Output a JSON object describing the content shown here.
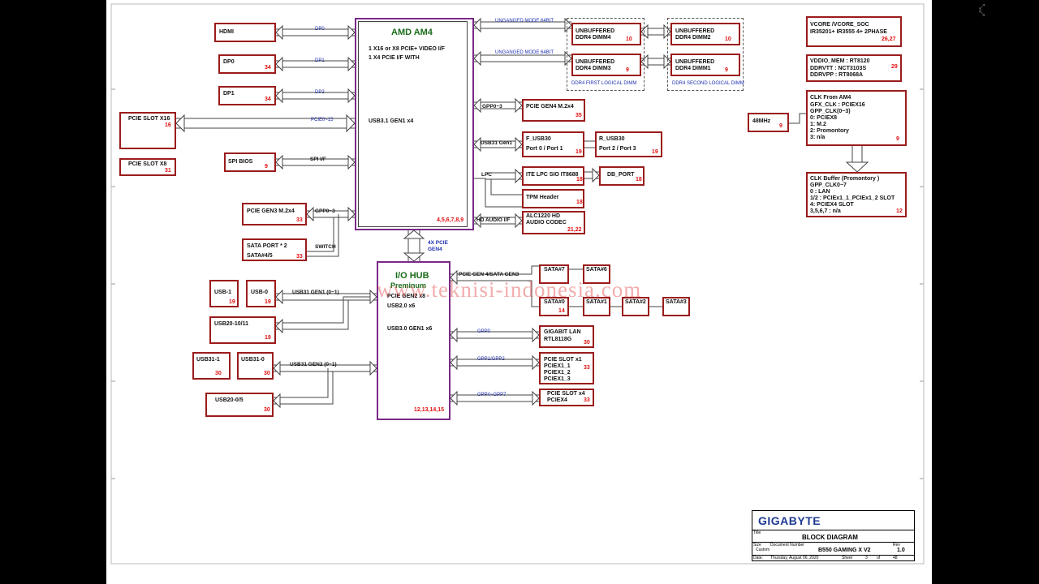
{
  "cpu": {
    "title": "AMD AM4",
    "line1": "1 X16 or X8 PCIE+ VIDEO I/F",
    "line2": "1 X4 PCIE I/F WITH",
    "usb": "USB3.1 GEN1  x4",
    "pages": "4,5,6,7,8,9"
  },
  "hub": {
    "title": "I/O HUB",
    "subtitle": "Preminum",
    "l1": "PCIE GEN2  x8",
    "l2": "USB2.0  x6",
    "l3": "USB3.0 GEN1 x6",
    "pages": "12,13,14,15"
  },
  "left": {
    "hdmi": "HDMI",
    "dp0": "DP0",
    "dp0_n": "34",
    "dp1": "DP1",
    "dp1_n": "34",
    "pcie16": "PCIE SLOT X16",
    "pcie16_n": "16",
    "pcie8": "PCIE SLOT X8",
    "pcie8_n": "31",
    "spi": "SPI BIOS",
    "spi_n": "9",
    "m2gen3": "PCIE GEN3  M.2x4",
    "m2gen3_n": "33",
    "sata1": "SATA PORT * 2",
    "sata2": "SATA#4/5",
    "sata_n": "33",
    "usb1": "USB-1",
    "usb1_n": "19",
    "usb0": "USB-0",
    "usb0_n": "19",
    "usb2011": "USB20-10/11",
    "usb2011_n": "19",
    "usb311": "USB31-1",
    "usb311_n": "30",
    "usb310": "USB31-0",
    "usb310_n": "30",
    "usb205": "USB20-0/5",
    "usb205_n": "30"
  },
  "buses": {
    "dp0": "DP0",
    "dp1": "DP1",
    "dp2": "DP2",
    "pcie": "PCIE0~15",
    "spi": "SPI I/F",
    "gpp03": "GPP0~3",
    "switch": "SWITCH",
    "link1": "4X PCIE",
    "link2": "GEN4",
    "usbh1": "USB31 GEN1 (0~1)",
    "usbh2": "USB31 GEN2 (0~1)",
    "unganged1": "UNGANGED MODE 64BIT",
    "unganged2": "UNGANGED MODE 64BIT",
    "gpp03r": "GPP0~3",
    "usb31gen1": "USB31 Gen1",
    "lpc": "LPC",
    "hda": "HD AUDIO I/F",
    "sata": "PCIE GEN 4/SATA GEN3",
    "gpp0": "GPP0",
    "gpp12": "GPP1/GPP2",
    "gpp47": "GPP4~GPP7"
  },
  "ddr": {
    "d4a": "UNBUFFERED",
    "d4b": "DDR4 DIMM4",
    "d4n": "10",
    "d3a": "UNBUFFERED",
    "d3b": "DDR4 DIMM3",
    "d3n": "9",
    "d2a": "UNBUFFERED",
    "d2b": "DDR4 DIMM2",
    "d2n": "10",
    "d1a": "UNBUFFERED",
    "d1b": "DDR4 DIMM1",
    "d1n": "9",
    "first": "DDR4 FIRST LOGICAL DIMM",
    "second": "DDR4 SECOND LOGICAL DIMM"
  },
  "right": {
    "m2gen4": "PCIE GEN4  M.2x4",
    "m2gen4_n": "35",
    "fusb1": "F_USB30",
    "fusb2": "Port 0 / Port 1",
    "fusb_n": "19",
    "rusb1": "R_USB30",
    "rusb2": "Port 2 / Port 3",
    "rusb_n": "19",
    "ite": "ITE LPC SIO IT8688",
    "ite_n": "18",
    "db": "DB_PORT",
    "db_n": "18",
    "tpm": "TPM Header",
    "tpm_n": "18",
    "alc1": "ALC1220 HD",
    "alc2": "AUDIO CODEC",
    "alc_n": "21,22",
    "sata7": "SATA#7",
    "sata6": "SATA#6",
    "sata0": "SATA#0",
    "sata0_n": "14",
    "sata1": "SATA#1",
    "sata2": "SATA#2",
    "sata3": "SATA#3",
    "lan1": "GIGABIT LAN",
    "lan2": "RTL8118G",
    "lan_n": "30",
    "x1a": "PCIE SLOT x1",
    "x1b": "PCIEX1_1",
    "x1c": "PCIEX1_2",
    "x1d": "PCIEX1_3",
    "x1_n": "33",
    "x4a": "PCIE SLOT x4",
    "x4b": "PCIEX4",
    "x4_n": "33"
  },
  "power": {
    "v1": "VCORE /VCORE_SOC",
    "v2": "IR35201+ IR3555  4+ 2PHASE",
    "v_n": "26,27",
    "m1": "VDDIO_MEM : RT8120",
    "m2": "DDRVTT : NCT3103S",
    "m3": "DDRVPP : RT8068A",
    "m_n": "29"
  },
  "clk": {
    "osc": "48MHz",
    "osc_n": "9",
    "c1": "CLK From AM4",
    "c2": "GFX_CLK :  PCIEX16",
    "c3": "GPP_CLK(0~3)",
    "c4": "0:  PCIEX8",
    "c5": "1:  M.2",
    "c6": "2:  Promontory",
    "c7": "3:  n/a",
    "c_n": "9",
    "b1": "CLK Buffer (Promontory )",
    "b2": "GPP_CLK0~7",
    "b3": "0 : LAN",
    "b4": "1/2 : PCIEx1_1_PCIEx1_2  SLOT",
    "b5": "4:  PCIEX4 SLOT",
    "b6": "3,5,6,7 : n/a",
    "b_n": "12"
  },
  "titleblock": {
    "brand": "GIGABYTE",
    "title": "BLOCK DIAGRAM",
    "model": "B550 GAMING X V2",
    "rev": "1.0",
    "title_lbl": "Title",
    "size_lbl": "Size",
    "size_val": "Custom",
    "docnum_lbl": "Document Number",
    "rev_lbl": "Rev",
    "date_lbl": "Date:",
    "date": "Thursday, August 06, 2020",
    "sheet_lbl": "Sheet",
    "sheet": "3",
    "of": "of",
    "sheets": "48"
  },
  "watermark": "www.teknisi-indonesia.com",
  "colors": {
    "box": "#9b1c1c",
    "chip": "#7a2a88",
    "page_ref": "#e01010",
    "bus_label": "#1e2fb0"
  }
}
